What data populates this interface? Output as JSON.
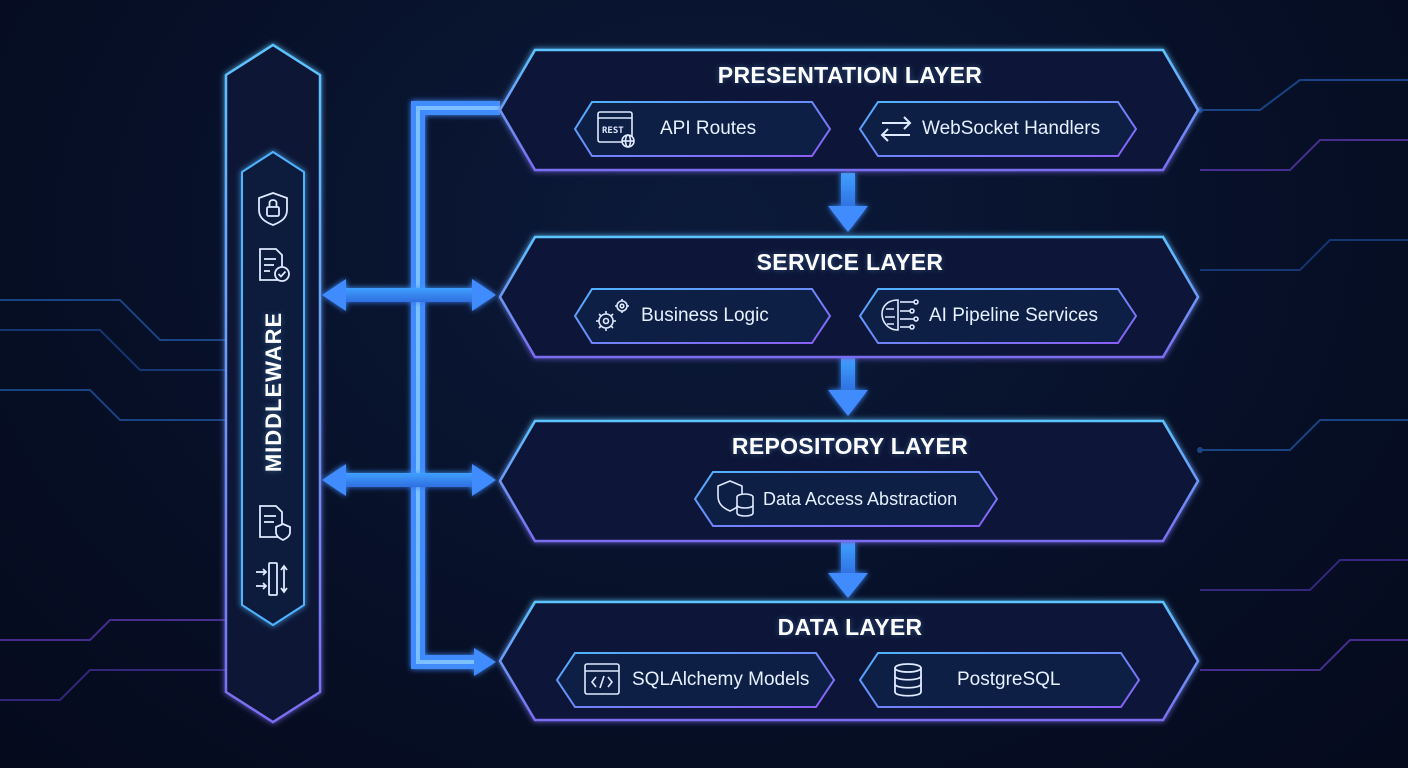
{
  "middleware": {
    "label": "MIDDLEWARE",
    "icons": [
      "shield-lock-icon",
      "document-check-icon",
      "document-shield-icon",
      "filter-arrows-icon"
    ]
  },
  "layers": [
    {
      "title": "PRESENTATION LAYER",
      "chips": [
        {
          "label": "API Routes",
          "icon": "rest-api-icon"
        },
        {
          "label": "WebSocket Handlers",
          "icon": "exchange-arrows-icon"
        }
      ]
    },
    {
      "title": "SERVICE LAYER",
      "chips": [
        {
          "label": "Business Logic",
          "icon": "gears-icon"
        },
        {
          "label": "AI Pipeline Services",
          "icon": "brain-circuit-icon"
        }
      ]
    },
    {
      "title": "REPOSITORY LAYER",
      "chips": [
        {
          "label": "Data Access Abstraction",
          "icon": "shield-database-icon"
        }
      ]
    },
    {
      "title": "DATA LAYER",
      "chips": [
        {
          "label": "SQLAlchemy Models",
          "icon": "code-window-icon"
        },
        {
          "label": "PostgreSQL",
          "icon": "database-icon"
        }
      ]
    }
  ],
  "colors": {
    "background": "#071028",
    "panel_stroke": "#4fb4ff",
    "panel_fill": "#0b1838",
    "accent_purple": "#8b5cf6",
    "arrow": "#3f8cff"
  }
}
